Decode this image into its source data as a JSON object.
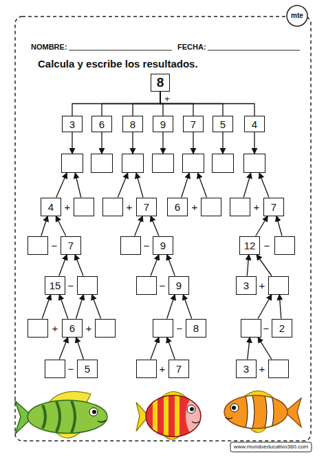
{
  "diagram": {
    "title": "Calcula y escribe los resultados.",
    "nodes": [
      {
        "text": [
          "8"
        ]
      },
      {
        "text": [
          "3"
        ]
      },
      {
        "text": [
          "6"
        ]
      },
      {
        "text": [
          "8"
        ]
      },
      {
        "text": [
          "9"
        ]
      },
      {
        "text": [
          "7"
        ]
      },
      {
        "text": [
          "5"
        ]
      },
      {
        "text": [
          "4"
        ]
      },
      {
        "text": []
      },
      {
        "text": []
      },
      {
        "text": []
      },
      {
        "text": []
      },
      {
        "text": []
      },
      {
        "text": []
      },
      {
        "text": []
      },
      {
        "text": [
          "4"
        ]
      },
      {
        "text": []
      },
      {
        "text": []
      },
      {
        "text": [
          "7"
        ]
      },
      {
        "text": [
          "6"
        ]
      },
      {
        "text": []
      },
      {
        "text": []
      },
      {
        "text": [
          "7"
        ]
      },
      {
        "text": []
      },
      {
        "text": [
          "7"
        ]
      },
      {
        "text": []
      },
      {
        "text": [
          "9"
        ]
      },
      {
        "text": [
          "12"
        ]
      },
      {
        "text": []
      },
      {
        "text": [
          "15"
        ]
      },
      {
        "text": []
      },
      {
        "text": []
      },
      {
        "text": [
          "9"
        ]
      },
      {
        "text": [
          "3"
        ]
      },
      {
        "text": []
      },
      {
        "text": []
      },
      {
        "text": [
          "6"
        ]
      },
      {
        "text": []
      },
      {
        "text": []
      },
      {
        "text": [
          "8"
        ]
      },
      {
        "text": []
      },
      {
        "text": [
          "2"
        ]
      },
      {
        "text": []
      },
      {
        "text": [
          "5"
        ]
      },
      {
        "text": []
      },
      {
        "text": [
          "7"
        ]
      },
      {
        "text": [
          "3"
        ]
      },
      {
        "text": []
      }
    ],
    "edges": [
      {
        "from": 0,
        "to": 1,
        "arrow": "none"
      },
      {
        "from": 0,
        "to": 2,
        "arrow": "none"
      },
      {
        "from": 0,
        "to": 3,
        "arrow": "none"
      },
      {
        "from": 0,
        "to": 4,
        "arrow": "none"
      },
      {
        "from": 0,
        "to": 5,
        "arrow": "none"
      },
      {
        "from": 0,
        "to": 6,
        "arrow": "none"
      },
      {
        "from": 0,
        "to": 7,
        "arrow": "none"
      },
      {
        "from": 1,
        "to": 8,
        "arrow": "to"
      },
      {
        "from": 2,
        "to": 9,
        "arrow": "to"
      },
      {
        "from": 3,
        "to": 10,
        "arrow": "to"
      },
      {
        "from": 4,
        "to": 11,
        "arrow": "to"
      },
      {
        "from": 5,
        "to": 12,
        "arrow": "to"
      },
      {
        "from": 6,
        "to": 13,
        "arrow": "to"
      },
      {
        "from": 7,
        "to": 14,
        "arrow": "to"
      },
      {
        "from": 15,
        "to": 8,
        "arrow": "to"
      },
      {
        "from": 16,
        "to": 8,
        "arrow": "to"
      },
      {
        "from": 17,
        "to": 10,
        "arrow": "to"
      },
      {
        "from": 18,
        "to": 10,
        "arrow": "to"
      },
      {
        "from": 19,
        "to": 12,
        "arrow": "to"
      },
      {
        "from": 20,
        "to": 12,
        "arrow": "to"
      },
      {
        "from": 21,
        "to": 14,
        "arrow": "to"
      },
      {
        "from": 22,
        "to": 14,
        "arrow": "to"
      },
      {
        "from": 23,
        "to": 15,
        "arrow": "to"
      },
      {
        "from": 24,
        "to": 15,
        "arrow": "to"
      },
      {
        "from": 25,
        "to": 18,
        "arrow": "to"
      },
      {
        "from": 26,
        "to": 18,
        "arrow": "to"
      },
      {
        "from": 27,
        "to": 22,
        "arrow": "to"
      },
      {
        "from": 28,
        "to": 22,
        "arrow": "to"
      },
      {
        "from": 29,
        "to": 24,
        "arrow": "to"
      },
      {
        "from": 30,
        "to": 24,
        "arrow": "to"
      },
      {
        "from": 31,
        "to": 26,
        "arrow": "to"
      },
      {
        "from": 32,
        "to": 26,
        "arrow": "to"
      },
      {
        "from": 33,
        "to": 27,
        "arrow": "to"
      },
      {
        "from": 34,
        "to": 27,
        "arrow": "to"
      },
      {
        "from": 35,
        "to": 29,
        "arrow": "to"
      },
      {
        "from": 36,
        "to": 29,
        "arrow": "to"
      },
      {
        "from": 36,
        "to": 30,
        "arrow": "to"
      },
      {
        "from": 37,
        "to": 30,
        "arrow": "to"
      },
      {
        "from": 38,
        "to": 32,
        "arrow": "to"
      },
      {
        "from": 39,
        "to": 32,
        "arrow": "to"
      },
      {
        "from": 40,
        "to": 34,
        "arrow": "to"
      },
      {
        "from": 41,
        "to": 34,
        "arrow": "to"
      },
      {
        "from": 42,
        "to": 36,
        "arrow": "to"
      },
      {
        "from": 43,
        "to": 36,
        "arrow": "to"
      },
      {
        "from": 44,
        "to": 38,
        "arrow": "to"
      },
      {
        "from": 45,
        "to": 38,
        "arrow": "to"
      },
      {
        "from": 46,
        "to": 40,
        "arrow": "to"
      },
      {
        "from": 47,
        "to": 40,
        "arrow": "to"
      }
    ],
    "labels": [
      "NOMBRE:",
      "FECHA:",
      "mte",
      "+",
      "+",
      "+",
      "+",
      "+",
      "−",
      "−",
      "−",
      "−",
      "−",
      "+",
      "+",
      "+",
      "−",
      "−",
      "−",
      "+",
      "+",
      "www.mundoeducativo360.com"
    ]
  }
}
